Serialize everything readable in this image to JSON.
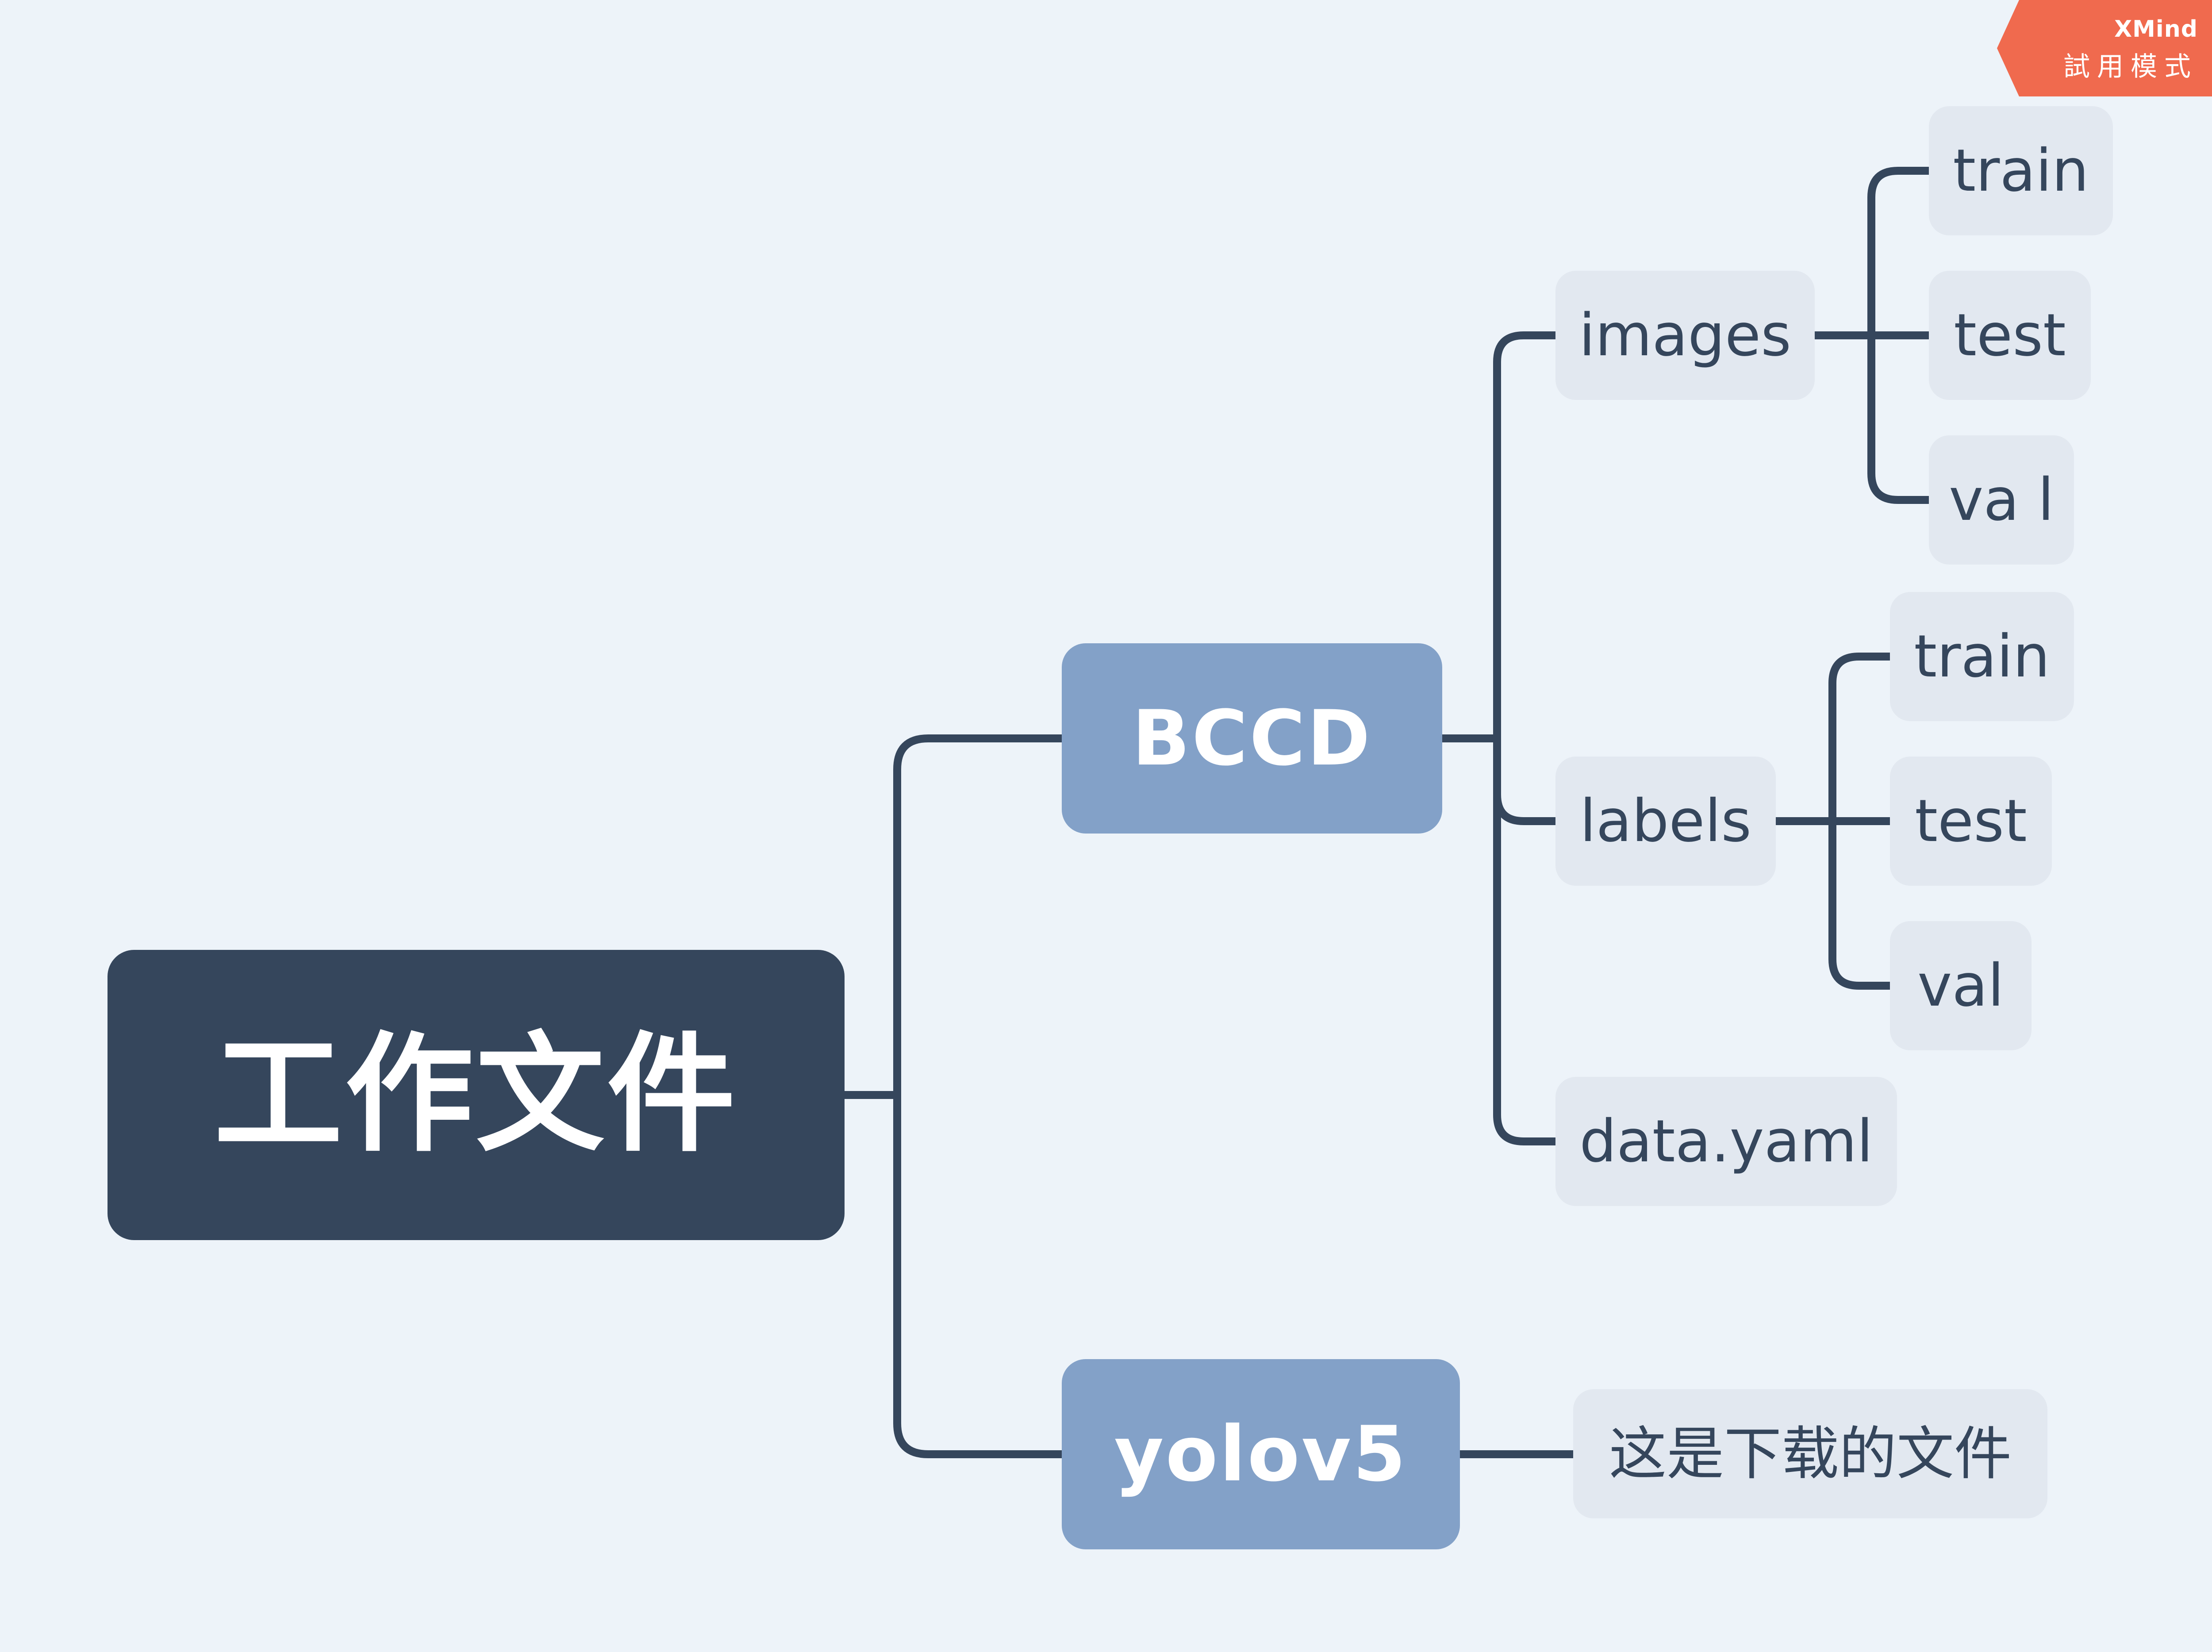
{
  "mindmap": {
    "root": "工作文件",
    "branches": {
      "bccd": {
        "label": "BCCD",
        "children": {
          "images": {
            "label": "images",
            "children": [
              "train",
              "test",
              "va l"
            ]
          },
          "labels": {
            "label": "labels",
            "children": [
              "train",
              "test",
              "val"
            ]
          },
          "data_yaml": "data.yaml"
        }
      },
      "yolov5": {
        "label": "yolov5",
        "note": "这是下载的文件"
      }
    }
  },
  "watermark": {
    "brand": "XMind",
    "mode": "試用模式"
  },
  "colors": {
    "background": "#edf3f9",
    "root_fill": "#35465c",
    "main_fill": "#83a1c8",
    "sub_fill": "#e2e8f0",
    "line": "#35465c",
    "badge": "#f06a4e"
  }
}
